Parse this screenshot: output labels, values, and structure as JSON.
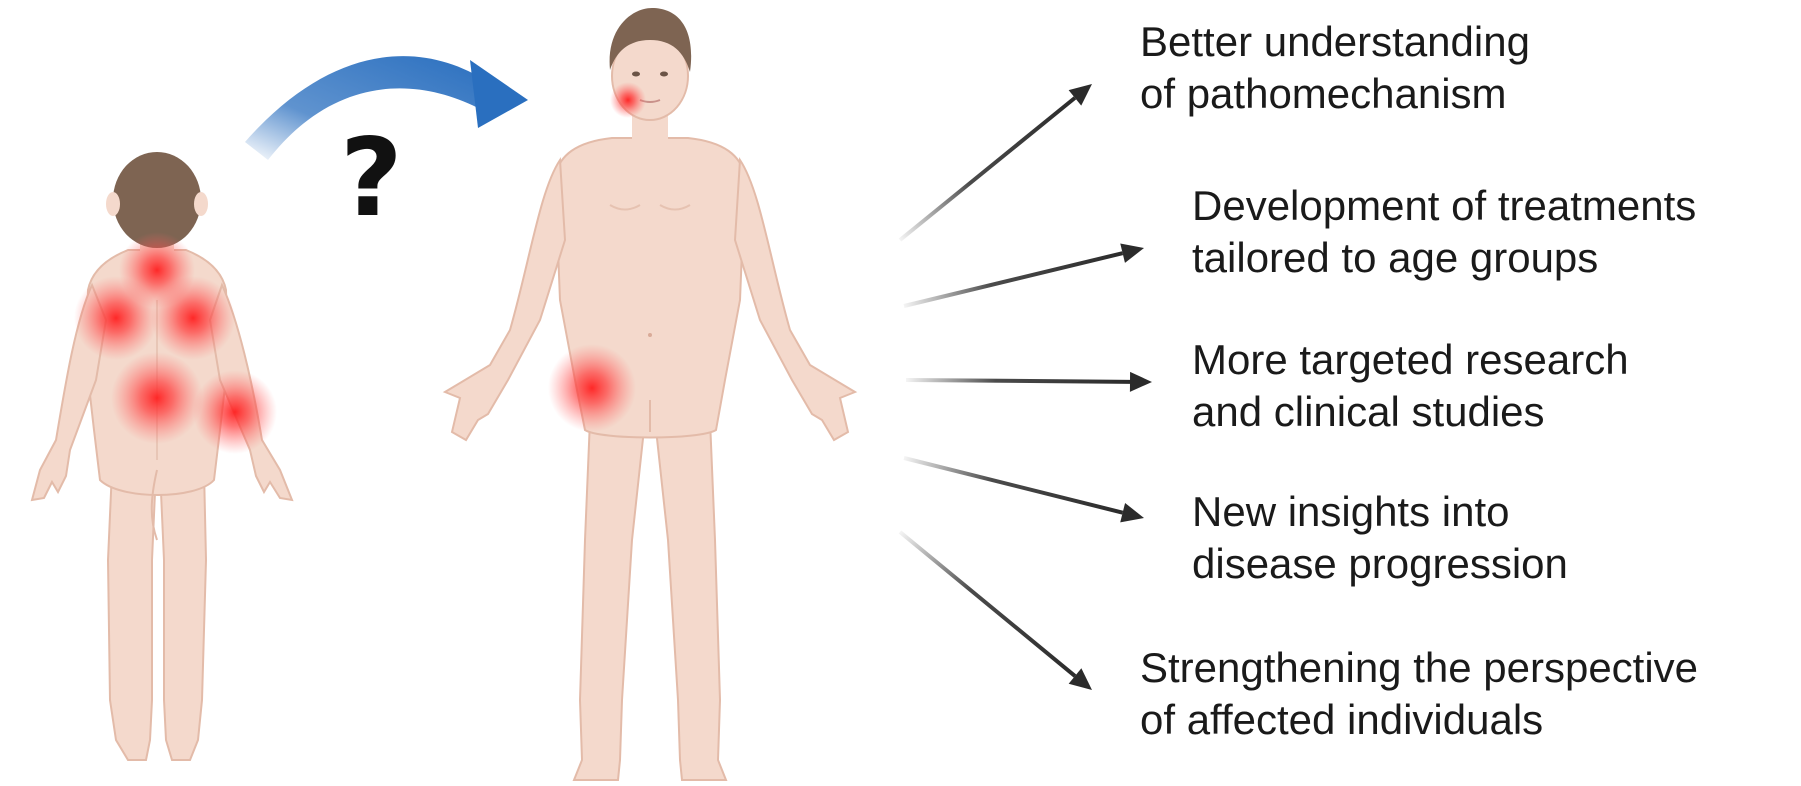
{
  "question_mark": "?",
  "outcomes": [
    {
      "line1": "Better understanding",
      "line2": "of pathomechanism"
    },
    {
      "line1": "Development of treatments",
      "line2": "tailored to age groups"
    },
    {
      "line1": "More targeted research",
      "line2": "and clinical studies"
    },
    {
      "line1": "New insights into",
      "line2": "disease progression"
    },
    {
      "line1": "Strengthening the  perspective",
      "line2": "of affected individuals"
    }
  ],
  "colors": {
    "skin": "#f4d9cc",
    "skin_outline": "#e3bba9",
    "hair": "#7e6452",
    "pain": "#ff2a2a",
    "transition_arrow": "#2a6fbf",
    "outcome_arrow": "#2b2b2b"
  },
  "icons": {
    "child_figure": "child-figure-back-view",
    "adult_figure": "adult-figure-front-view",
    "transition_arrow": "curved-arrow-icon",
    "question": "question-mark-icon",
    "outcome_arrows": "arrow-icon"
  }
}
